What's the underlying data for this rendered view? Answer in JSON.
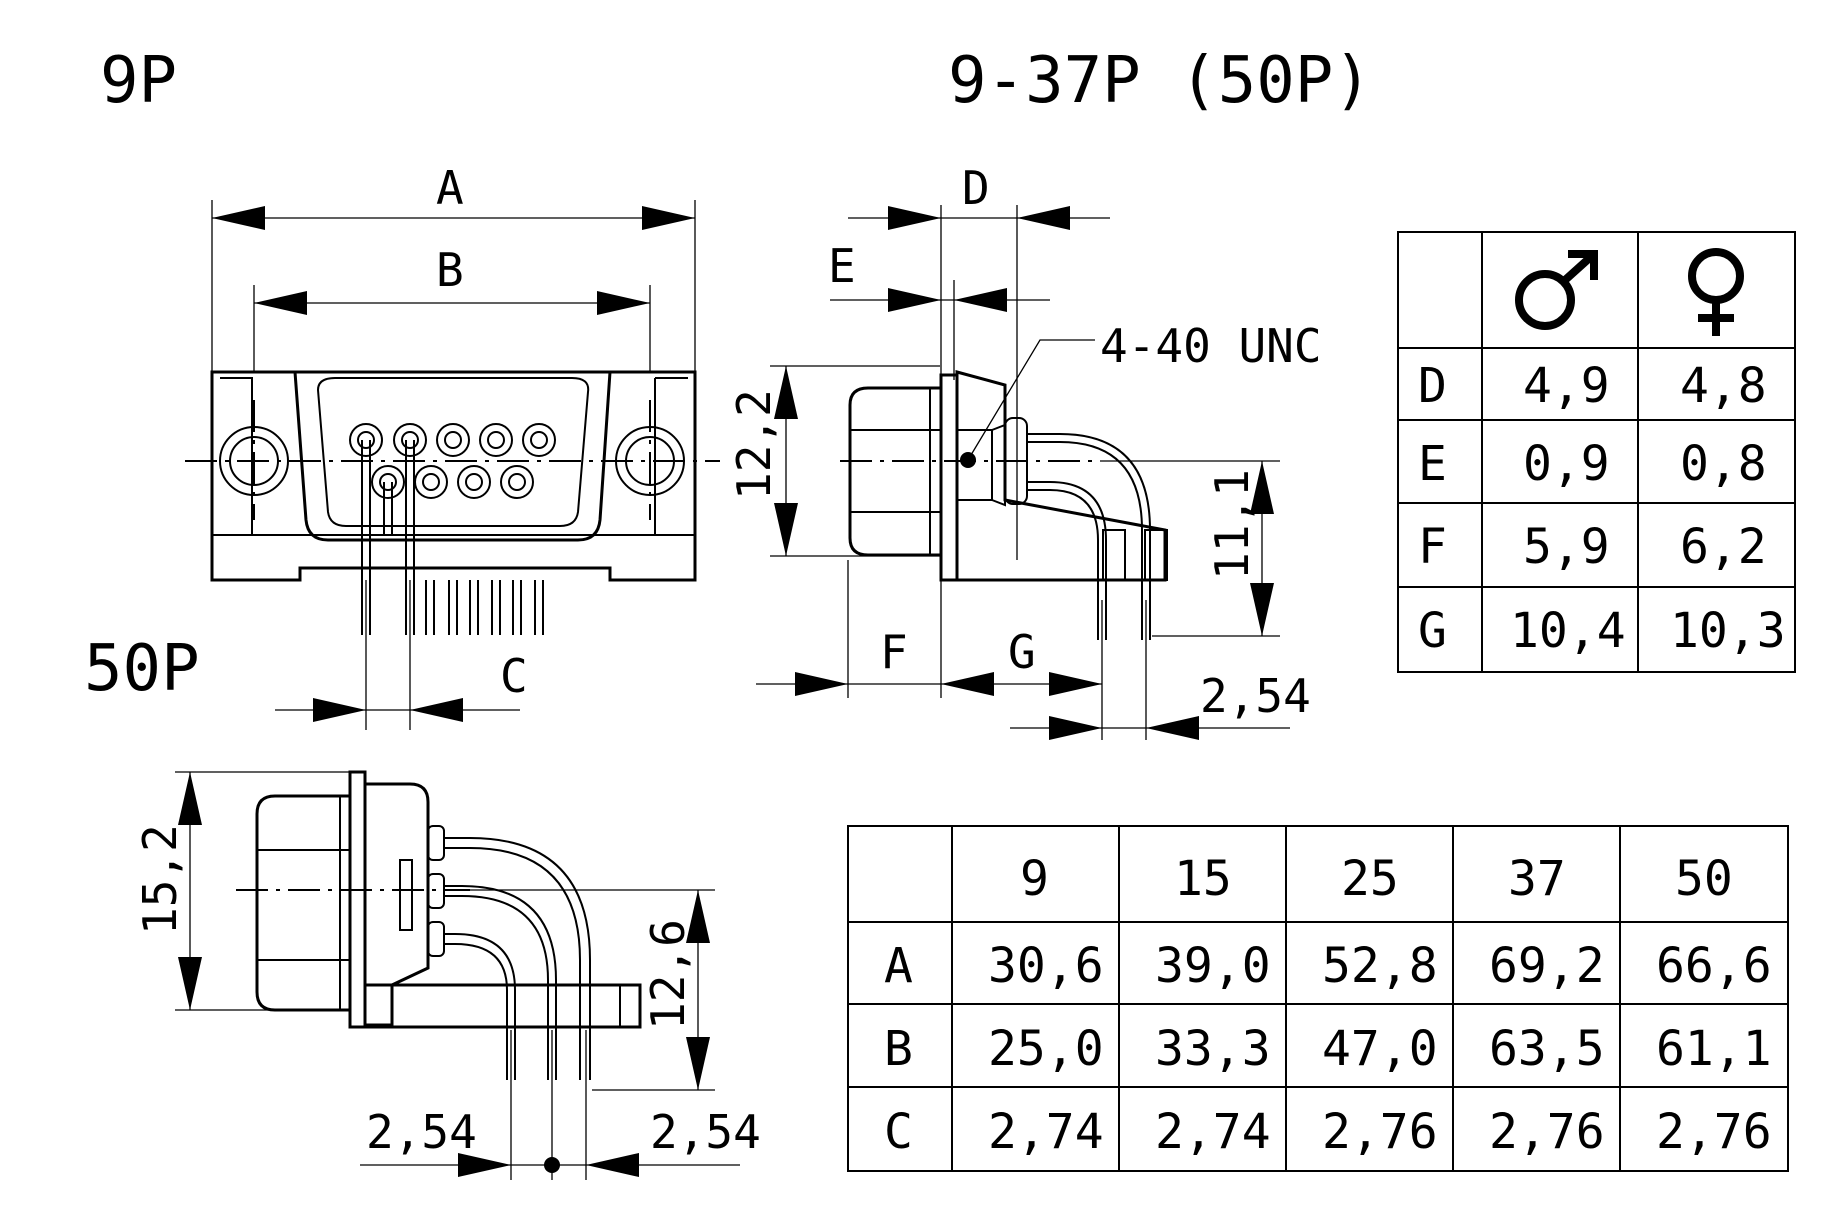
{
  "titles": {
    "left": "9P",
    "right": "9-37P (50P)",
    "bottom": "50P"
  },
  "labels": {
    "A": "A",
    "B": "B",
    "C": "C",
    "D": "D",
    "E": "E",
    "F": "F",
    "G": "G",
    "thread": "4-40 UNC",
    "height_12_2": "12,2",
    "height_11_1": "11,1",
    "pitch_2_54": "2,54",
    "height_15_2": "15,2",
    "height_12_6": "12,6",
    "pitch_2_54_left": "2,54",
    "pitch_2_54_right": "2,54"
  },
  "gender_table": {
    "male_symbol": "♂",
    "female_symbol": "♀",
    "rows": [
      {
        "label": "D",
        "male": "4,9",
        "female": "4,8"
      },
      {
        "label": "E",
        "male": "0,9",
        "female": "0,8"
      },
      {
        "label": "F",
        "male": "5,9",
        "female": "6,2"
      },
      {
        "label": "G",
        "male": "10,4",
        "female": "10,3"
      }
    ]
  },
  "pin_table": {
    "headers": [
      "9",
      "15",
      "25",
      "37",
      "50"
    ],
    "rows": [
      {
        "label": "A",
        "values": [
          "30,6",
          "39,0",
          "52,8",
          "69,2",
          "66,6"
        ]
      },
      {
        "label": "B",
        "values": [
          "25,0",
          "33,3",
          "47,0",
          "63,5",
          "61,1"
        ]
      },
      {
        "label": "C",
        "values": [
          "2,74",
          "2,74",
          "2,76",
          "2,76",
          "2,76"
        ]
      }
    ]
  }
}
